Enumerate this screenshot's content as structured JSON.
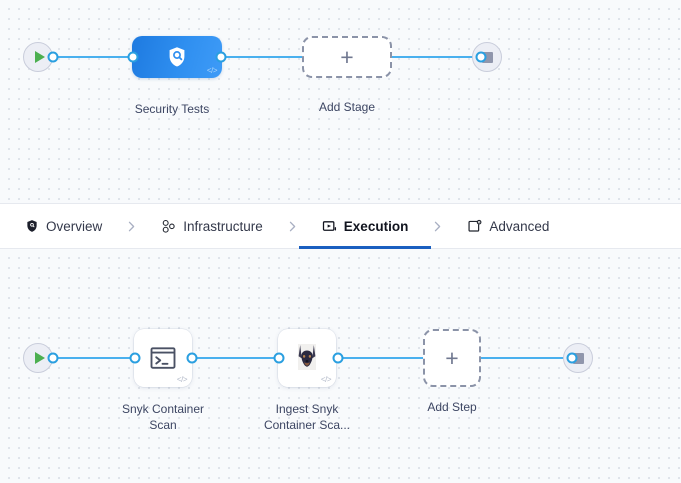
{
  "stage_canvas": {
    "name": "stage-pipeline-canvas",
    "start_node": {
      "icon": "play-icon",
      "name": "pipeline-start"
    },
    "end_node": {
      "icon": "stop-square-icon",
      "name": "pipeline-end"
    },
    "nodes": [
      {
        "id": "security-tests",
        "label": "Security Tests",
        "type": "stage",
        "icon": "shield-search-icon",
        "badge": "code-icon",
        "color": "#2f8ff0"
      },
      {
        "id": "add-stage",
        "label": "Add Stage",
        "type": "add",
        "icon": "plus-icon"
      }
    ]
  },
  "tabs": {
    "items": [
      {
        "id": "overview",
        "label": "Overview",
        "icon": "shield-icon",
        "active": false
      },
      {
        "id": "infrastructure",
        "label": "Infrastructure",
        "icon": "nodes-icon",
        "active": false
      },
      {
        "id": "execution",
        "label": "Execution",
        "icon": "play-box-icon",
        "active": true
      },
      {
        "id": "advanced",
        "label": "Advanced",
        "icon": "panel-gear-icon",
        "active": false
      }
    ],
    "separator_icon": "chevron-right-icon",
    "active_indicator_color": "#1a5fc0"
  },
  "step_canvas": {
    "name": "step-pipeline-canvas",
    "start_node": {
      "icon": "play-icon",
      "name": "execution-start"
    },
    "end_node": {
      "icon": "stop-square-icon",
      "name": "execution-end"
    },
    "nodes": [
      {
        "id": "snyk-container-scan",
        "label": "Snyk Container\nScan",
        "type": "step",
        "icon": "terminal-icon",
        "badge": "code-icon"
      },
      {
        "id": "ingest-snyk-container-scan",
        "label": "Ingest Snyk\nContainer Sca...",
        "type": "step",
        "icon": "snyk-dog-icon",
        "badge": "code-icon"
      },
      {
        "id": "add-step",
        "label": "Add Step",
        "type": "add",
        "icon": "plus-icon"
      }
    ]
  },
  "theme": {
    "connector_color": "#4ab0ee",
    "canvas_bg": "#f8fafc",
    "dot_color": "#d7dde5",
    "caption_color": "#3d4663"
  }
}
